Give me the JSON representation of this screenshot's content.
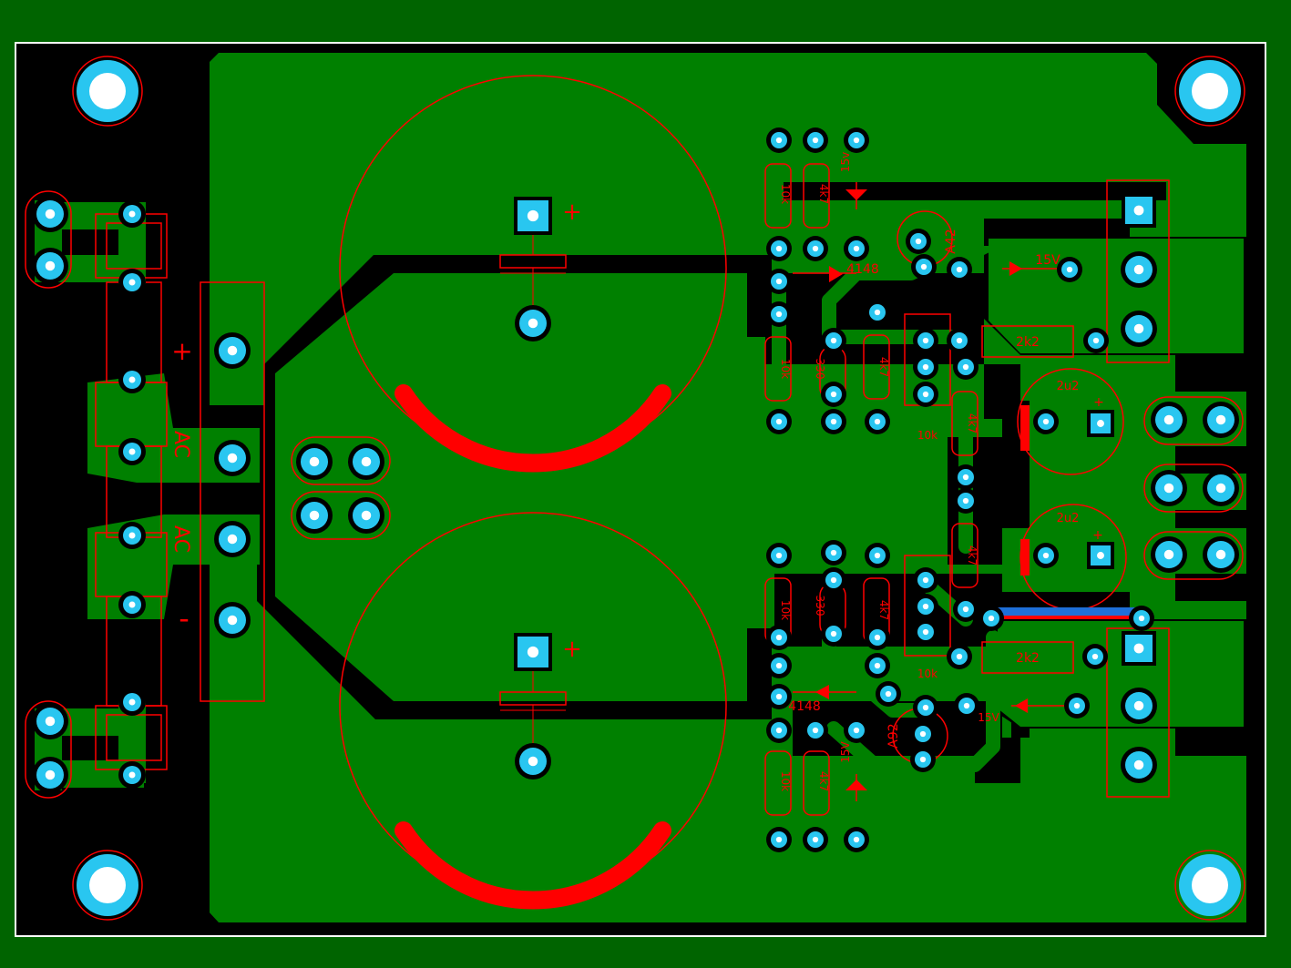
{
  "colors": {
    "background": "#006400",
    "board": "#000000",
    "copper": "#008000",
    "pad": "#29c6f0",
    "silkscreen": "#ff0000",
    "outline": "#ffffff",
    "jumper_blue": "#1e6fd8"
  },
  "labels": {
    "plus_terminal": "+",
    "minus_terminal": "-",
    "ac_top": "AC",
    "ac_bottom": "AC",
    "cap_top_plus": "+",
    "cap_bottom_plus": "+",
    "top": {
      "r_10k_a": "10k",
      "r_4k7_a": "4k7",
      "zener_a": "15v",
      "transistor": "A42",
      "diode": "4148",
      "zener_b": "15V",
      "r_2k2": "2k2",
      "r_10k_b": "10k",
      "cap_330": "330",
      "r_4k7_b": "4k7",
      "pot_10k": "10k",
      "r_4k7_c": "4k7",
      "cap_2u2": "2u2",
      "cap_2u2_plus": "+"
    },
    "bottom": {
      "r_10k_a": "10k",
      "cap_330": "330",
      "r_4k7_a": "4k7",
      "diode": "4148",
      "transistor": "A92",
      "r_2k2": "2k2",
      "pot_10k": "10k",
      "zener_a": "15V",
      "r_10k_b": "10k",
      "r_4k7_b": "4k7",
      "zener_b": "15V",
      "r_4k7_c": "4k7",
      "cap_2u2": "2u2",
      "cap_2u2_plus": "+"
    }
  }
}
